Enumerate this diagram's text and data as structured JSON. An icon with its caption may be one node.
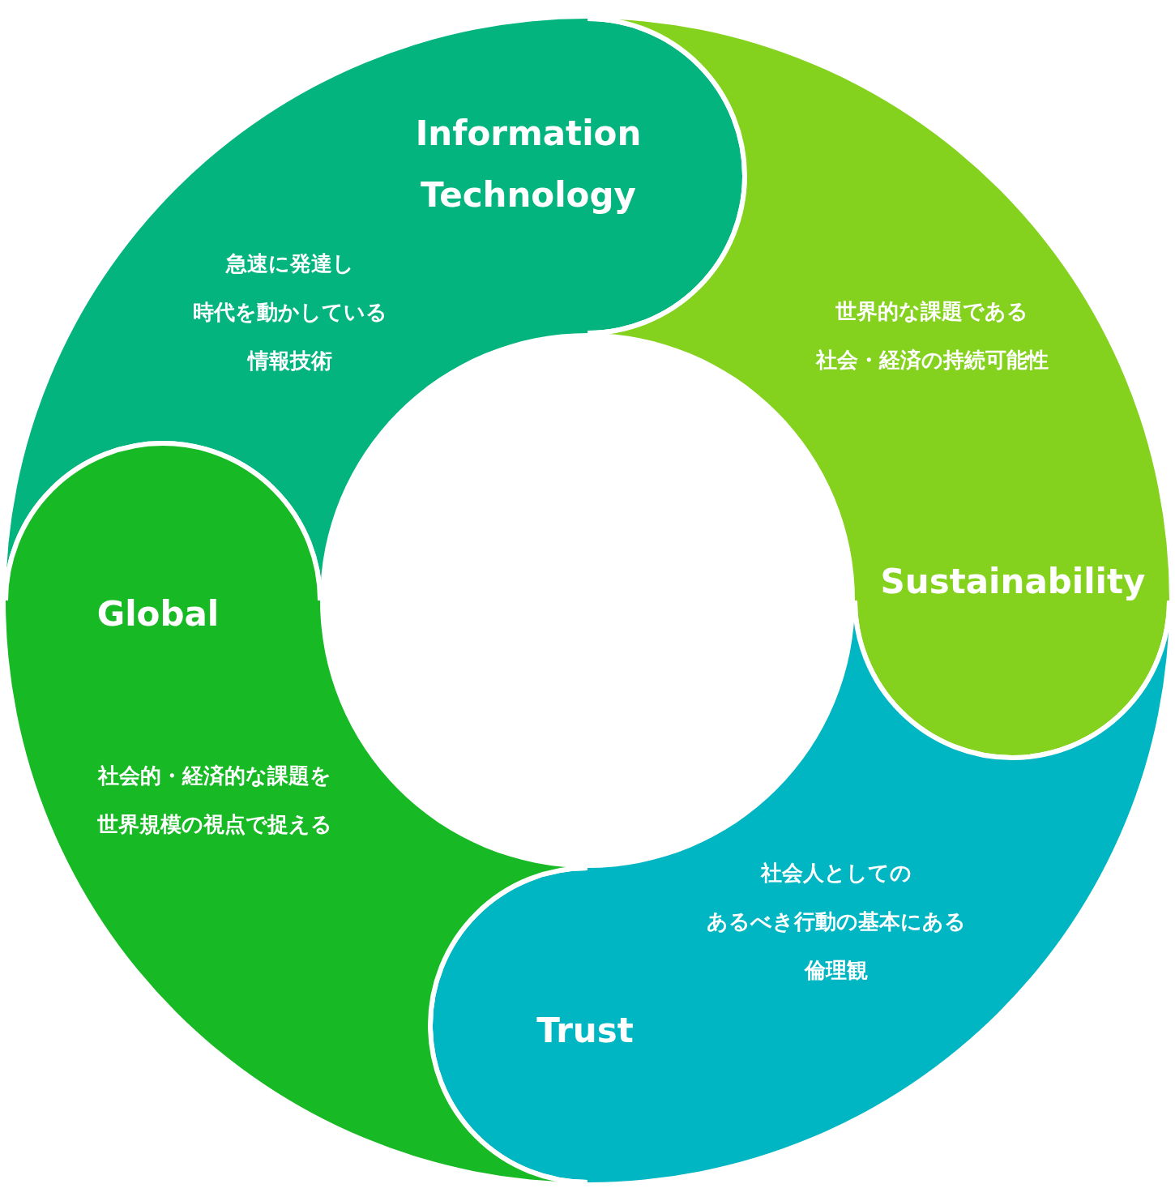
{
  "diagram": {
    "nodes": [
      {
        "text": [
          "Information Technology",
          "急速に発達し時代を動かしている情報技術"
        ]
      },
      {
        "text": [
          "世界的な課題である社会・経済の持続可能性",
          "Sustainability"
        ]
      },
      {
        "text": [
          "社会人としてのあるべき行動の基本にある倫理観",
          "Trust"
        ]
      },
      {
        "text": [
          "Global",
          "社会的・経済的な課題を世界規模の視点で捉える"
        ]
      }
    ]
  }
}
